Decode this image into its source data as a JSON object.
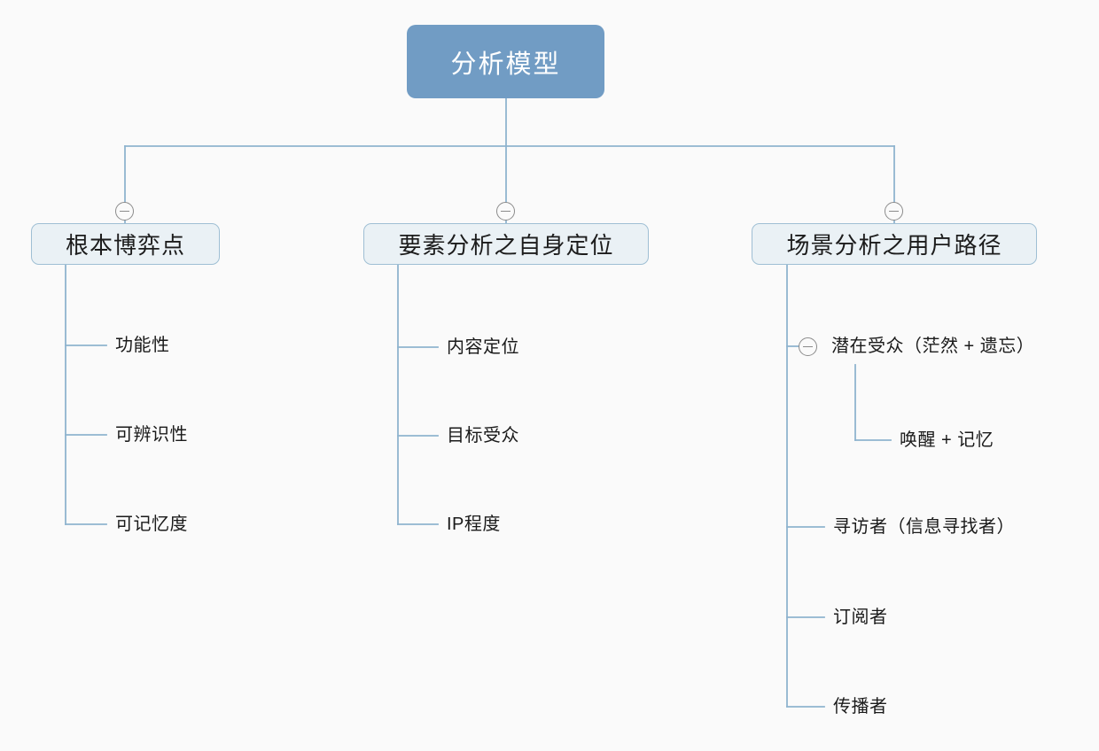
{
  "diagram": {
    "type": "mindmap-tree",
    "background_color": "#fafafa",
    "link_color": "#8fb4cf",
    "root": {
      "label": "分析模型",
      "fill_color": "#719cc4",
      "text_color": "#ffffff"
    },
    "branches": [
      {
        "label": "根本博弈点",
        "collapse_icon": "minus-circle-icon",
        "children": [
          {
            "label": "功能性"
          },
          {
            "label": "可辨识性"
          },
          {
            "label": "可记忆度"
          }
        ]
      },
      {
        "label": "要素分析之自身定位",
        "collapse_icon": "minus-circle-icon",
        "children": [
          {
            "label": "内容定位"
          },
          {
            "label": "目标受众"
          },
          {
            "label": "IP程度"
          }
        ]
      },
      {
        "label": "场景分析之用户路径",
        "collapse_icon": "minus-circle-icon",
        "children": [
          {
            "label": "潜在受众（茫然 + 遗忘）",
            "collapse_icon": "minus-circle-icon",
            "children": [
              {
                "label": "唤醒 + 记忆"
              }
            ]
          },
          {
            "label": "寻访者（信息寻找者）"
          },
          {
            "label": "订阅者"
          },
          {
            "label": "传播者"
          }
        ]
      }
    ]
  }
}
